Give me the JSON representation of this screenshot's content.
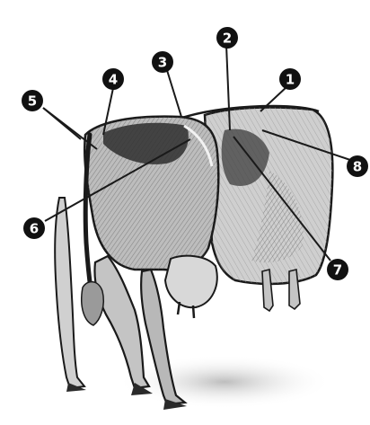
{
  "figure": {
    "subject": "cow-rear-three-quarter-view",
    "style": "pencil-sketch",
    "ink_color": "#1a1a1a",
    "shade_color": "#6e6e6e",
    "callouts": [
      {
        "id": "c1",
        "label": "1"
      },
      {
        "id": "c2",
        "label": "2"
      },
      {
        "id": "c3",
        "label": "3"
      },
      {
        "id": "c4",
        "label": "4"
      },
      {
        "id": "c5",
        "label": "5"
      },
      {
        "id": "c6",
        "label": "6"
      },
      {
        "id": "c7",
        "label": "7"
      },
      {
        "id": "c8",
        "label": "8"
      }
    ]
  }
}
